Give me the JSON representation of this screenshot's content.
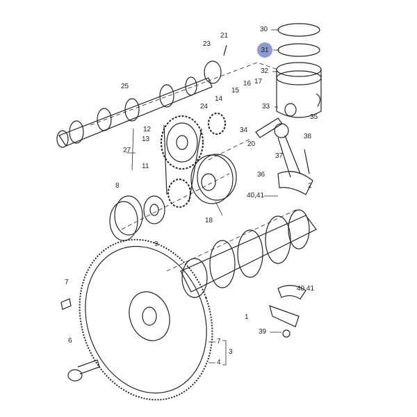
{
  "highlight_color": "#8c9bd0",
  "labels": {
    "p30": "30",
    "p31": "31",
    "p21": "21",
    "p23": "23",
    "p32": "32",
    "p25": "25",
    "p15": "15",
    "p16": "16",
    "p17": "17",
    "p33": "33",
    "p14": "14",
    "p24": "24",
    "p35": "35",
    "p12": "12",
    "p13": "13",
    "p27": "27",
    "p11": "11",
    "p34": "34",
    "p20": "20",
    "p38": "38",
    "p37": "37",
    "p36": "36",
    "p8": "8",
    "p4041a": "40,41",
    "p2": "2",
    "p18": "18",
    "p9": "9",
    "p1": "1",
    "p7a": "7",
    "p4041b": "40,41",
    "p39": "39",
    "p6": "6",
    "p7b": "7",
    "p4": "4",
    "p3": "3"
  },
  "selected_part": "31"
}
